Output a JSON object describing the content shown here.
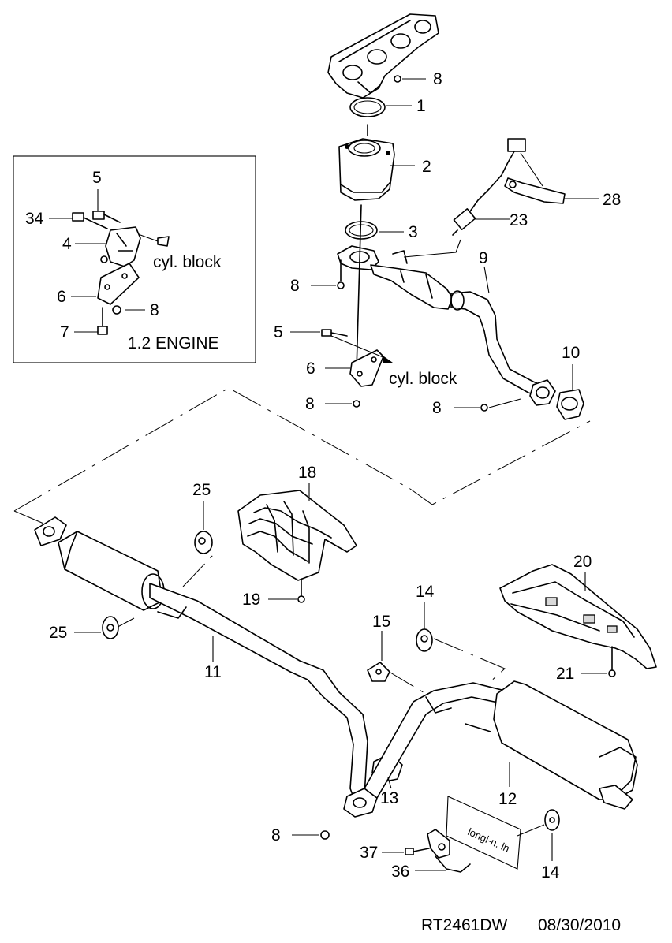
{
  "diagram": {
    "inset": {
      "caption": "1.2 ENGINE",
      "cyl_block_text": "cyl. block",
      "labels": [
        "5",
        "34",
        "4",
        "6",
        "8",
        "7"
      ]
    },
    "main": {
      "cyl_block_text": "cyl. block",
      "part_labels": {
        "p1": "1",
        "p2": "2",
        "p3": "3",
        "p5": "5",
        "p6": "6",
        "p8_top": "8",
        "p8_mid": "8",
        "p8_low": "8",
        "p8_flange": "8",
        "p8_bottom": "8",
        "p9": "9",
        "p10": "10",
        "p11": "11",
        "p12": "12",
        "p13": "13",
        "p14_top": "14",
        "p14_bottom": "14",
        "p15": "15",
        "p18": "18",
        "p19": "19",
        "p20": "20",
        "p21": "21",
        "p23": "23",
        "p25_top": "25",
        "p25_left": "25",
        "p28": "28",
        "p36": "36",
        "p37": "37"
      },
      "label_plate_text": "longi-n. lh"
    },
    "footer": {
      "code": "RT2461DW",
      "date": "08/30/2010"
    }
  }
}
